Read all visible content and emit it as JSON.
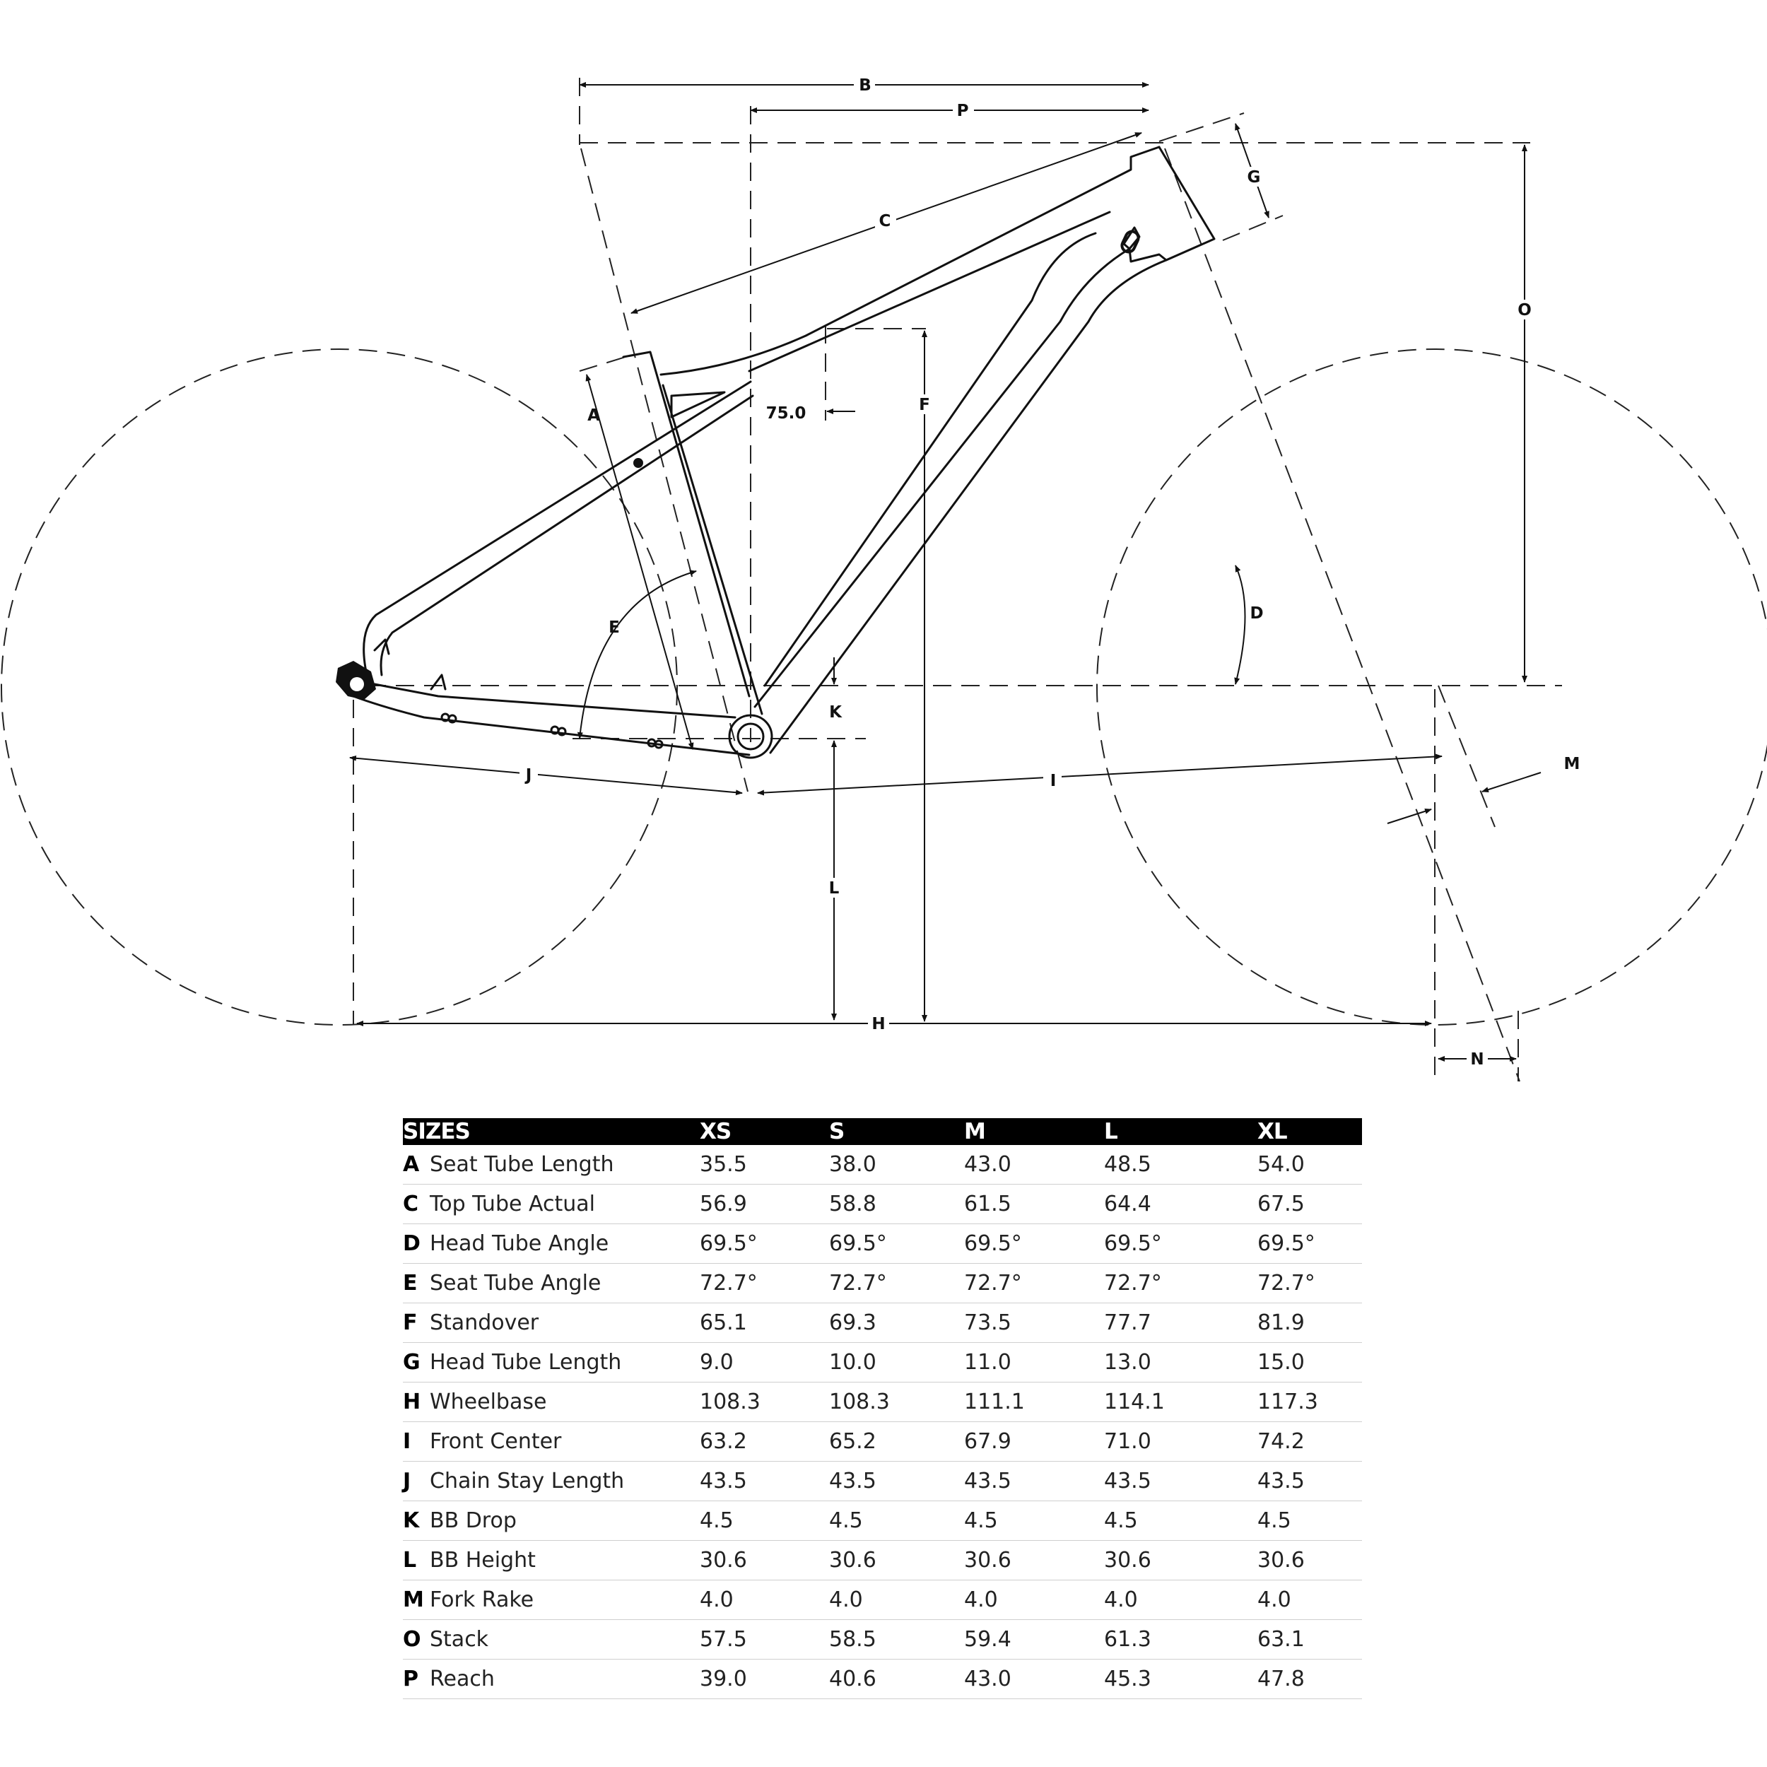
{
  "diagram": {
    "labels": {
      "A": "A",
      "B": "B",
      "C": "C",
      "D": "D",
      "E": "E",
      "F": "F",
      "G": "G",
      "H": "H",
      "I": "I",
      "J": "J",
      "K": "K",
      "L": "L",
      "M": "M",
      "N": "N",
      "O": "O",
      "P": "P",
      "seat_angle_value": "75.0"
    }
  },
  "table": {
    "headers": [
      "SIZES",
      "XS",
      "S",
      "M",
      "L",
      "XL"
    ],
    "rows": [
      {
        "code": "A",
        "name": "Seat Tube Length",
        "values": [
          "35.5",
          "38.0",
          "43.0",
          "48.5",
          "54.0"
        ]
      },
      {
        "code": "C",
        "name": "Top Tube Actual",
        "values": [
          "56.9",
          "58.8",
          "61.5",
          "64.4",
          "67.5"
        ]
      },
      {
        "code": "D",
        "name": "Head Tube Angle",
        "values": [
          "69.5°",
          "69.5°",
          "69.5°",
          "69.5°",
          "69.5°"
        ]
      },
      {
        "code": "E",
        "name": "Seat Tube Angle",
        "values": [
          "72.7°",
          "72.7°",
          "72.7°",
          "72.7°",
          "72.7°"
        ]
      },
      {
        "code": "F",
        "name": "Standover",
        "values": [
          "65.1",
          "69.3",
          "73.5",
          "77.7",
          "81.9"
        ]
      },
      {
        "code": "G",
        "name": "Head Tube Length",
        "values": [
          "9.0",
          "10.0",
          "11.0",
          "13.0",
          "15.0"
        ]
      },
      {
        "code": "H",
        "name": "Wheelbase",
        "values": [
          "108.3",
          "108.3",
          "111.1",
          "114.1",
          "117.3"
        ]
      },
      {
        "code": "I",
        "name": "Front Center",
        "values": [
          "63.2",
          "65.2",
          "67.9",
          "71.0",
          "74.2"
        ]
      },
      {
        "code": "J",
        "name": "Chain Stay Length",
        "values": [
          "43.5",
          "43.5",
          "43.5",
          "43.5",
          "43.5"
        ]
      },
      {
        "code": "K",
        "name": "BB Drop",
        "values": [
          "4.5",
          "4.5",
          "4.5",
          "4.5",
          "4.5"
        ]
      },
      {
        "code": "L",
        "name": "BB Height",
        "values": [
          "30.6",
          "30.6",
          "30.6",
          "30.6",
          "30.6"
        ]
      },
      {
        "code": "M",
        "name": "Fork Rake",
        "values": [
          "4.0",
          "4.0",
          "4.0",
          "4.0",
          "4.0"
        ]
      },
      {
        "code": "O",
        "name": "Stack",
        "values": [
          "57.5",
          "58.5",
          "59.4",
          "61.3",
          "63.1"
        ]
      },
      {
        "code": "P",
        "name": "Reach",
        "values": [
          "39.0",
          "40.6",
          "43.0",
          "45.3",
          "47.8"
        ]
      }
    ]
  }
}
